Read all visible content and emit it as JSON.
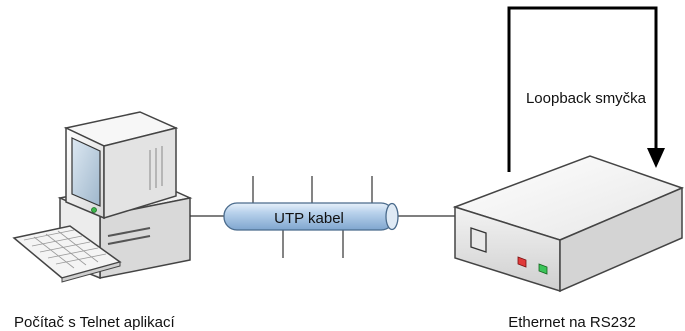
{
  "nodes": {
    "pc": {
      "label": "Počítač s Telnet aplikací",
      "icon": "computer-icon"
    },
    "converter": {
      "label": "Ethernet na RS232",
      "icon": "network-device-icon"
    }
  },
  "cable": {
    "label": "UTP kabel",
    "color": "#a9c7e6"
  },
  "loopback": {
    "label": "Loopback smyčka"
  }
}
